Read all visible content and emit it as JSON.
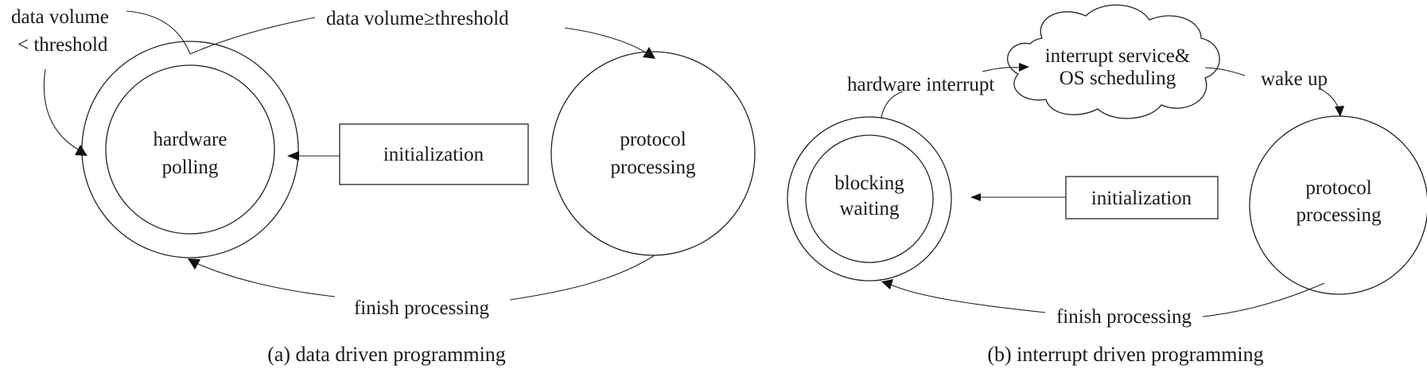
{
  "panel_a": {
    "caption": "(a) data driven programming",
    "state_main": {
      "line1": "hardware",
      "line2": "polling"
    },
    "state_other": {
      "line1": "protocol",
      "line2": "processing"
    },
    "init_box": "initialization",
    "edge_self": {
      "line1": "data volume",
      "line2": "< threshold"
    },
    "edge_forward": "data volume≥threshold",
    "edge_back": "finish processing"
  },
  "panel_b": {
    "caption": "(b) interrupt driven programming",
    "state_main": {
      "line1": "blocking",
      "line2": "waiting"
    },
    "state_other": {
      "line1": "protocol",
      "line2": "processing"
    },
    "init_box": "initialization",
    "cloud": {
      "line1": "interrupt service&",
      "line2": "OS scheduling"
    },
    "edge_interrupt": "hardware interrupt",
    "edge_wake": "wake up",
    "edge_back": "finish processing"
  }
}
